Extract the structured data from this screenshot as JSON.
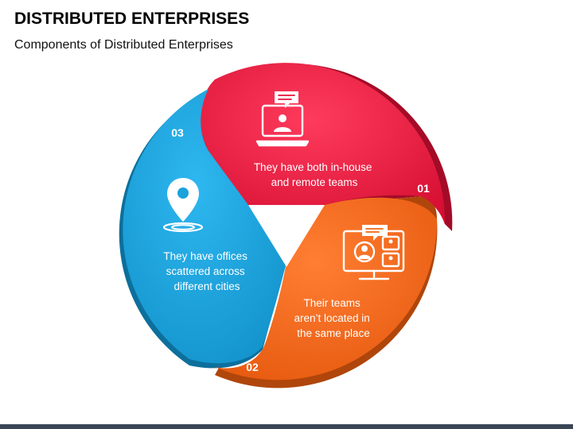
{
  "slide": {
    "title": "DISTRIBUTED ENTERPRISES",
    "subtitle": "Components of Distributed Enterprises"
  },
  "segments": [
    {
      "number": "01",
      "lines": [
        "They have both in-house",
        "and remote teams"
      ],
      "color": "#e8123a",
      "dark": "#a40b27",
      "icon": "laptop-chat-icon"
    },
    {
      "number": "02",
      "lines": [
        "Their teams",
        "aren’t located in",
        "the same place"
      ],
      "color": "#f26516",
      "dark": "#b0460b",
      "icon": "monitor-video-call-icon"
    },
    {
      "number": "03",
      "lines": [
        "They have offices",
        "scattered across",
        "different cities"
      ],
      "color": "#1aa2dd",
      "dark": "#0d6f9c",
      "icon": "location-pin-icon"
    }
  ],
  "colors": {
    "bottom_bar": "#3a4656",
    "center": "#ffffff"
  }
}
